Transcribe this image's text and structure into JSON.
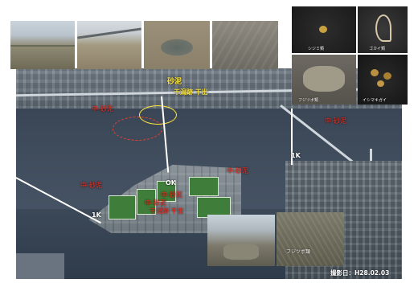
{
  "map": {
    "labels": {
      "sand_mud": "砂泥",
      "tidal_flat_dry": "干潟跡 干出",
      "west_a": "中-砂泥",
      "east_b": "中-砂泥",
      "mid_c": "中-砂泥",
      "island_d": "中-砂泥",
      "island_e": "中-砂泥",
      "island_f": "干潟跡 干出",
      "west_g": "中-砂泥",
      "ok": "OK",
      "ik_east": "1K",
      "ik_west": "1K"
    },
    "date": "撮影日：H28.02.03"
  },
  "specimens": [
    {
      "caption": "シジミ類"
    },
    {
      "caption": "ゴカイ類"
    },
    {
      "caption": "フジツボ類"
    },
    {
      "caption": "イシマキガイ"
    }
  ],
  "bottom_photos": [
    {
      "caption": ""
    },
    {
      "caption": "フジツボ類"
    }
  ],
  "colors": {
    "annotation_red": "#ff2a1a",
    "annotation_yellow": "#ffe63c",
    "annotation_white": "#ffffff"
  }
}
